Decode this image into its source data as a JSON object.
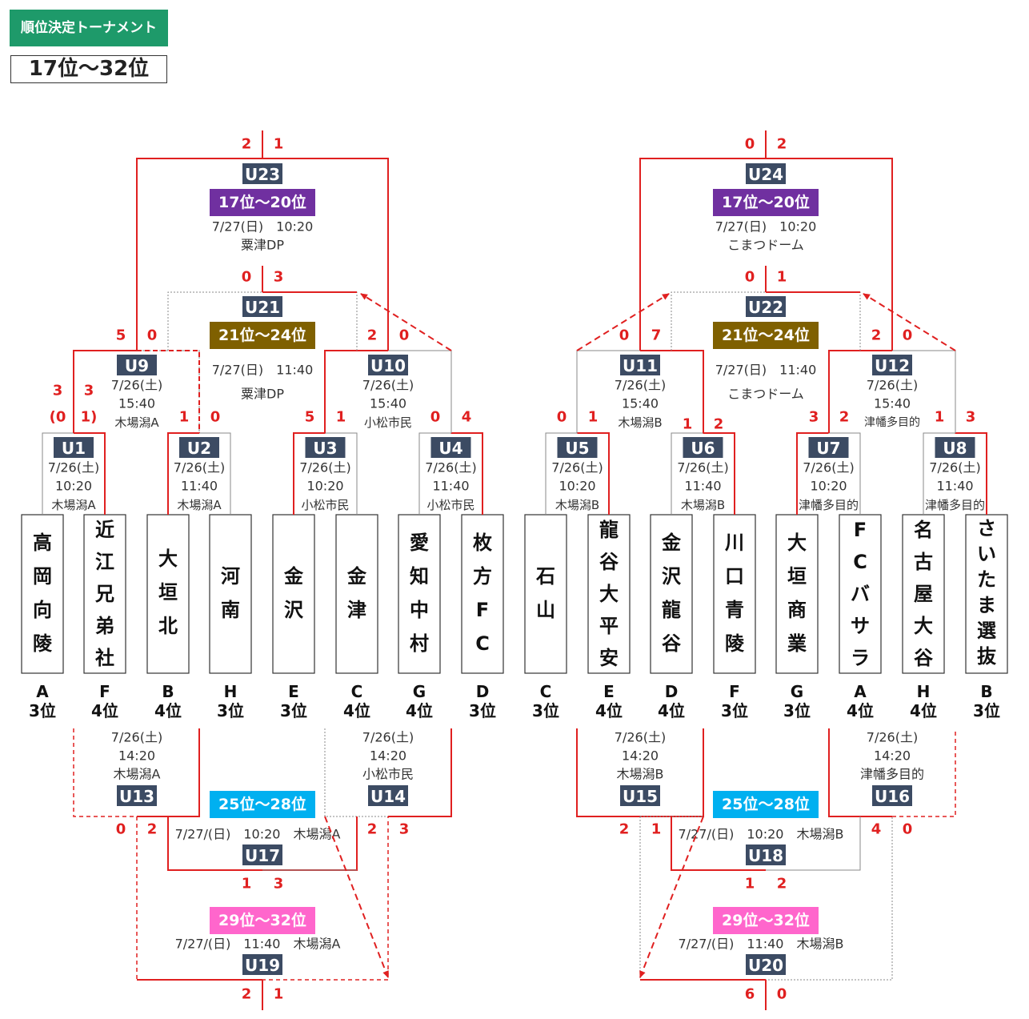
{
  "title": "順位決定トーナメント",
  "subtitle": "17位～32位",
  "colors": {
    "winner_line": "#e02020",
    "loser_line": "#888888",
    "match_tag": "#3c4b63",
    "rank_17_20": "#7030a0",
    "rank_21_24": "#7f6000",
    "rank_25_28": "#00b0f0",
    "rank_29_32": "#ff66cc"
  },
  "teams": [
    {
      "name": "高岡向陵",
      "group": "A",
      "rank": "3位"
    },
    {
      "name": "近江兄弟社",
      "group": "F",
      "rank": "4位"
    },
    {
      "name": "大垣北",
      "group": "B",
      "rank": "4位"
    },
    {
      "name": "河南",
      "group": "H",
      "rank": "3位"
    },
    {
      "name": "金沢",
      "group": "E",
      "rank": "3位"
    },
    {
      "name": "金津",
      "group": "C",
      "rank": "4位"
    },
    {
      "name": "愛知中村",
      "group": "G",
      "rank": "4位"
    },
    {
      "name": "枚方FC",
      "group": "D",
      "rank": "3位"
    },
    {
      "name": "石山",
      "group": "C",
      "rank": "3位"
    },
    {
      "name": "龍谷大平安",
      "group": "E",
      "rank": "4位"
    },
    {
      "name": "金沢龍谷",
      "group": "D",
      "rank": "4位"
    },
    {
      "name": "川口青陵",
      "group": "F",
      "rank": "3位"
    },
    {
      "name": "大垣商業",
      "group": "G",
      "rank": "3位"
    },
    {
      "name": "FCバサラ",
      "group": "A",
      "rank": "4位"
    },
    {
      "name": "名古屋大谷",
      "group": "H",
      "rank": "4位"
    },
    {
      "name": "さいたま選抜",
      "group": "B",
      "rank": "3位"
    }
  ],
  "matches": [
    {
      "id": "U1",
      "date": "7/26(土)",
      "time": "10:20",
      "venue": "木場潟A"
    },
    {
      "id": "U2",
      "date": "7/26(土)",
      "time": "11:40",
      "venue": "木場潟A"
    },
    {
      "id": "U3",
      "date": "7/26(土)",
      "time": "10:20",
      "venue": "小松市民"
    },
    {
      "id": "U4",
      "date": "7/26(土)",
      "time": "11:40",
      "venue": "小松市民"
    },
    {
      "id": "U5",
      "date": "7/26(土)",
      "time": "10:20",
      "venue": "木場潟B"
    },
    {
      "id": "U6",
      "date": "7/26(土)",
      "time": "11:40",
      "venue": "木場潟B"
    },
    {
      "id": "U7",
      "date": "7/26(土)",
      "time": "10:20",
      "venue": "津幡多目的"
    },
    {
      "id": "U8",
      "date": "7/26(土)",
      "time": "11:40",
      "venue": "津幡多目的"
    },
    {
      "id": "U9",
      "date": "7/26(土)",
      "time": "15:40",
      "venue": "木場潟A"
    },
    {
      "id": "U10",
      "date": "7/26(土)",
      "time": "15:40",
      "venue": "小松市民"
    },
    {
      "id": "U11",
      "date": "7/26(土)",
      "time": "15:40",
      "venue": "木場潟B"
    },
    {
      "id": "U12",
      "date": "7/26(土)",
      "time": "15:40",
      "venue": "津幡多目的"
    },
    {
      "id": "U13",
      "date": "7/26(土)",
      "time": "14:20",
      "venue": "木場潟A"
    },
    {
      "id": "U14",
      "date": "7/26(土)",
      "time": "14:20",
      "venue": "小松市民"
    },
    {
      "id": "U15",
      "date": "7/26(土)",
      "time": "14:20",
      "venue": "木場潟B"
    },
    {
      "id": "U16",
      "date": "7/26(土)",
      "time": "14:20",
      "venue": "津幡多目的"
    },
    {
      "id": "U17",
      "rank_label": "25位～28位",
      "schedule": "7/27/(日)　10:20　木場潟A"
    },
    {
      "id": "U18",
      "rank_label": "25位～28位",
      "schedule": "7/27/(日)　10:20　木場潟B"
    },
    {
      "id": "U19",
      "rank_label": "29位～32位",
      "schedule": "7/27/(日)　11:40　木場潟A"
    },
    {
      "id": "U20",
      "rank_label": "29位～32位",
      "schedule": "7/27/(日)　11:40　木場潟B"
    },
    {
      "id": "U21",
      "rank_label": "21位～24位",
      "date_time": "7/27(日)　11:40",
      "venue": "粟津DP"
    },
    {
      "id": "U22",
      "rank_label": "21位～24位",
      "date_time": "7/27(日)　11:40",
      "venue": "こまつドーム"
    },
    {
      "id": "U23",
      "rank_label": "17位～20位",
      "date_time": "7/27(日)　10:20",
      "venue": "粟津DP"
    },
    {
      "id": "U24",
      "rank_label": "17位～20位",
      "date_time": "7/27(日)　10:20",
      "venue": "こまつドーム"
    }
  ],
  "scores": [
    {
      "id": "u1-top",
      "l": "3",
      "r": "3",
      "sub_l": "(0",
      "sub_r": "1)"
    },
    {
      "id": "u2",
      "l": "1",
      "r": "0"
    },
    {
      "id": "u3",
      "l": "5",
      "r": "1"
    },
    {
      "id": "u4",
      "l": "0",
      "r": "4"
    },
    {
      "id": "u5",
      "l": "0",
      "r": "1"
    },
    {
      "id": "u6",
      "l": "1",
      "r": "2"
    },
    {
      "id": "u7",
      "l": "3",
      "r": "2"
    },
    {
      "id": "u8",
      "l": "1",
      "r": "3"
    },
    {
      "id": "u9",
      "l": "5",
      "r": "0"
    },
    {
      "id": "u10",
      "l": "2",
      "r": "0"
    },
    {
      "id": "u11",
      "l": "0",
      "r": "7"
    },
    {
      "id": "u12",
      "l": "2",
      "r": "0"
    },
    {
      "id": "u21",
      "l": "0",
      "r": "3"
    },
    {
      "id": "u22",
      "l": "0",
      "r": "1"
    },
    {
      "id": "u23",
      "l": "2",
      "r": "1"
    },
    {
      "id": "u24",
      "l": "0",
      "r": "2"
    },
    {
      "id": "u13",
      "l": "0",
      "r": "2"
    },
    {
      "id": "u14",
      "l": "2",
      "r": "3"
    },
    {
      "id": "u15",
      "l": "2",
      "r": "1"
    },
    {
      "id": "u16",
      "l": "4",
      "r": "0"
    },
    {
      "id": "u17",
      "l": "1",
      "r": "3"
    },
    {
      "id": "u18",
      "l": "1",
      "r": "2"
    },
    {
      "id": "u19",
      "l": "2",
      "r": "1"
    },
    {
      "id": "u20",
      "l": "6",
      "r": "0"
    }
  ]
}
